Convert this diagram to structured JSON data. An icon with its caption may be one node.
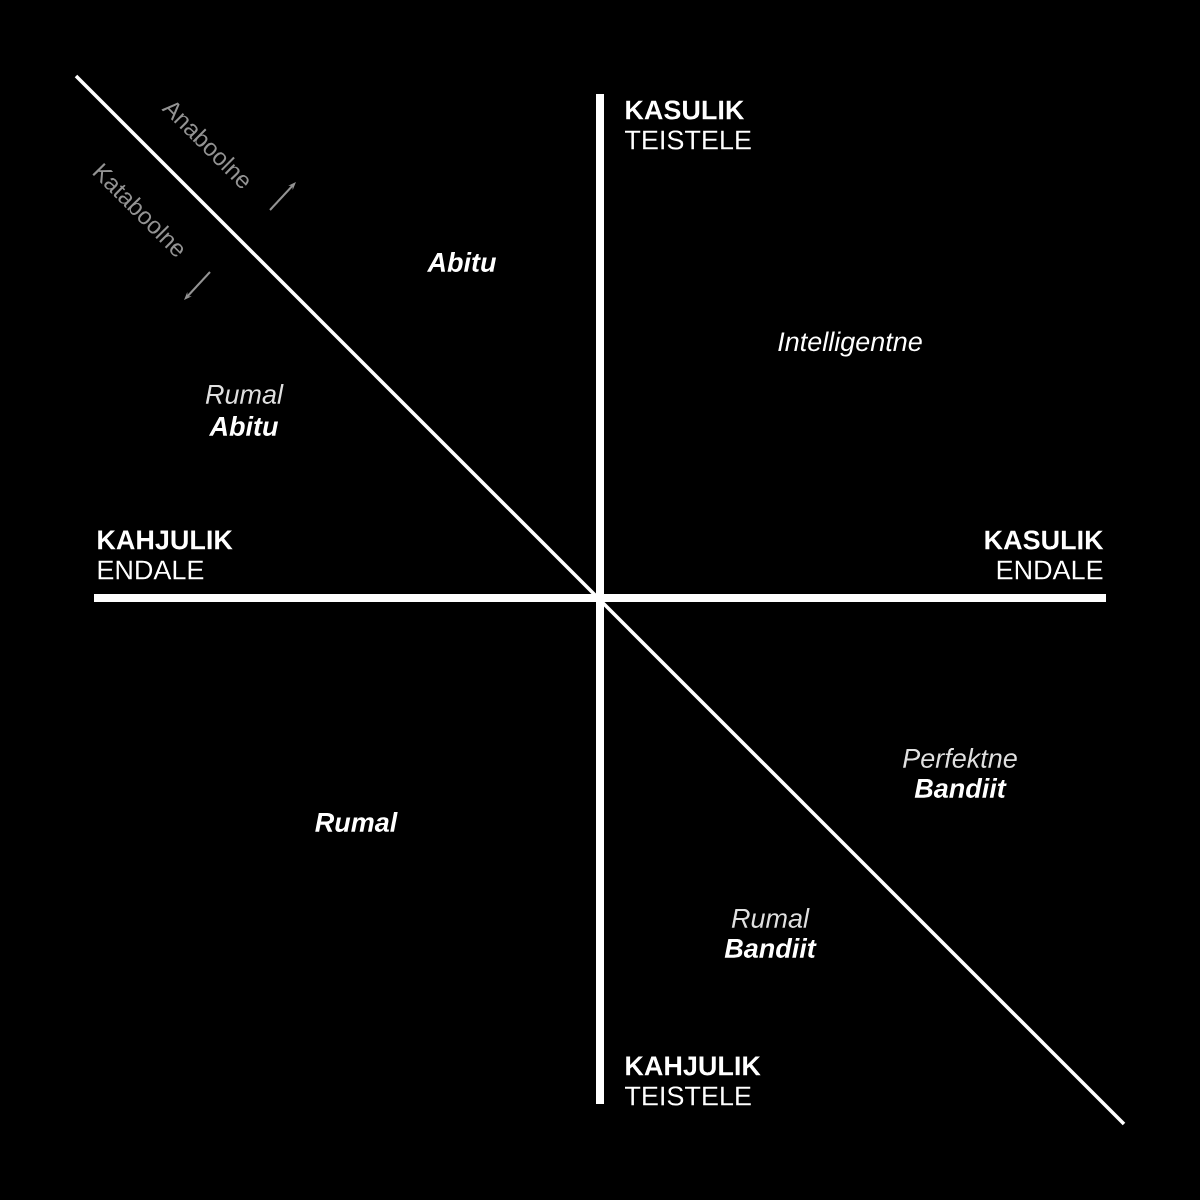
{
  "diagram": {
    "labels": [
      "Anaboolne",
      "Kataboolne",
      "KASULIK",
      "TEISTELE",
      "Abitu",
      "Intelligentne",
      "Rumal",
      "Abitu",
      "KAHJULIK",
      "ENDALE",
      "KASULIK",
      "ENDALE",
      "Perfektne",
      "Bandiit",
      "Rumal",
      "Rumal",
      "Bandiit",
      "KAHJULIK",
      "TEISTELE"
    ]
  }
}
